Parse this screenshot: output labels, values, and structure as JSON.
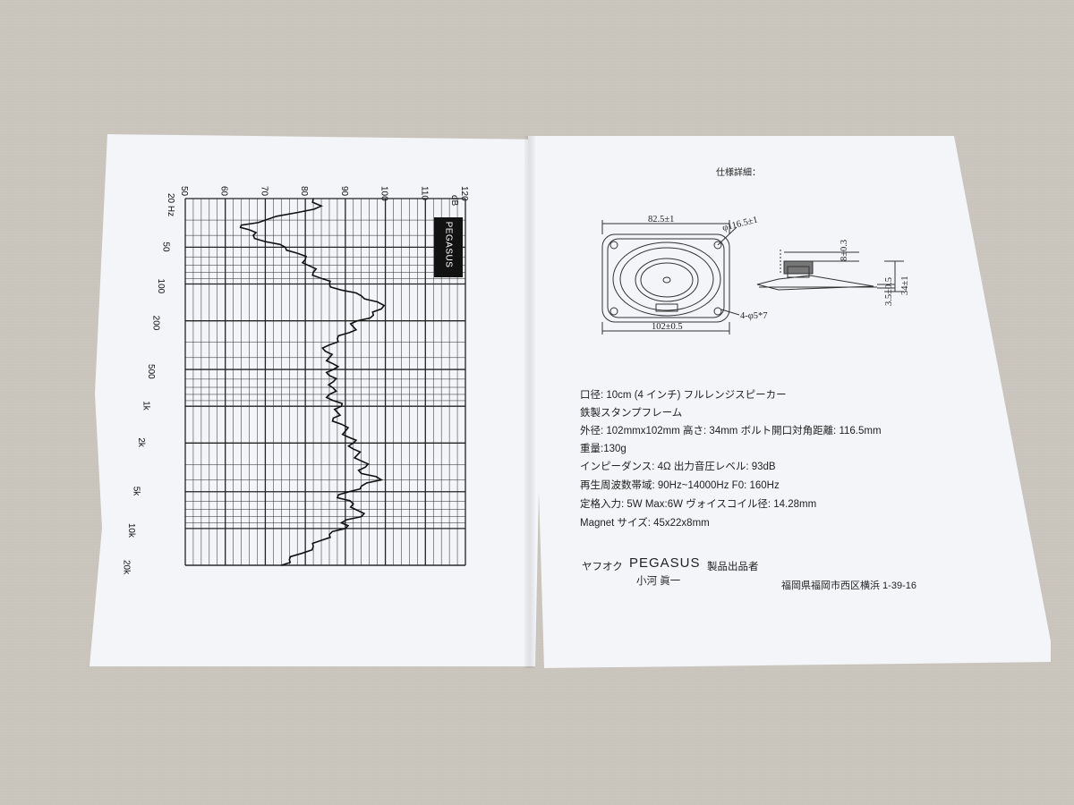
{
  "left_page": {
    "logo_text": "PEGASUS",
    "db_unit": "dB",
    "db_ticks": [
      "50",
      "60",
      "70",
      "80",
      "90",
      "100",
      "110",
      "120"
    ],
    "freq_ticks": [
      "20 Hz",
      "50",
      "100",
      "200",
      "500",
      "1k",
      "2k",
      "5k",
      "10k",
      "20k"
    ]
  },
  "chart_data": {
    "type": "line",
    "xlabel": "Hz",
    "ylabel": "dB",
    "x_scale": "log",
    "xlim": [
      20,
      20000
    ],
    "ylim": [
      50,
      120
    ],
    "grid": true,
    "x": [
      20,
      23,
      26,
      30,
      33,
      36,
      40,
      45,
      50,
      56,
      63,
      71,
      80,
      90,
      100,
      112,
      125,
      140,
      160,
      180,
      200,
      224,
      250,
      280,
      315,
      355,
      400,
      450,
      500,
      560,
      630,
      710,
      800,
      900,
      1000,
      1120,
      1250,
      1400,
      1600,
      1800,
      2000,
      2240,
      2500,
      2800,
      3150,
      3550,
      4000,
      4500,
      5000,
      5600,
      6300,
      7100,
      8000,
      9000,
      10000,
      11200,
      12500,
      14000,
      16000,
      18000,
      20000
    ],
    "y": [
      82,
      84,
      78,
      70,
      64,
      66,
      67,
      70,
      75,
      78,
      80,
      81,
      82,
      84,
      86,
      89,
      94,
      98,
      99,
      97,
      93,
      92,
      91,
      88,
      86,
      85,
      86,
      87,
      87,
      86,
      87,
      87,
      86,
      87,
      89,
      88,
      87,
      89,
      90,
      91,
      92,
      92,
      93,
      94,
      95,
      94,
      99,
      94,
      91,
      88,
      92,
      93,
      94,
      89,
      90,
      86,
      84,
      82,
      79,
      76,
      74
    ]
  },
  "right_page": {
    "title": "仕様詳細：",
    "drawing": {
      "width_dim": "82.5±1",
      "diag_dim": "φ116.5±1",
      "outer_dim": "102±0.5",
      "hole_dim": "4-φ5*7",
      "magnet_dim": "8±0.3",
      "height_dim": "34±1",
      "flange_dim": "3.5±0.5"
    },
    "specs": [
      "口径: 10cm (4  インチ)  フルレンジスピーカー",
      "鉄製スタンプフレーム",
      "外径: 102mmx102mm   高さ: 34mm   ボルト開口対角距離: 116.5mm",
      "重量:130g",
      "インピーダンス: 4Ω    出力音圧レベル: 93dB",
      "再生周波数帯域: 90Hz~14000Hz    F0: 160Hz",
      "定格入力: 5W Max:6W   ヴォイスコイル径: 14.28mm",
      "Magnet サイズ: 45x22x8mm"
    ],
    "footer": {
      "shop": "ヤフオク",
      "brand": "PEGASUS",
      "role": "製品出品者",
      "name": "小河  眞一",
      "address": "福岡県福岡市西区横浜  1-39-16"
    }
  }
}
